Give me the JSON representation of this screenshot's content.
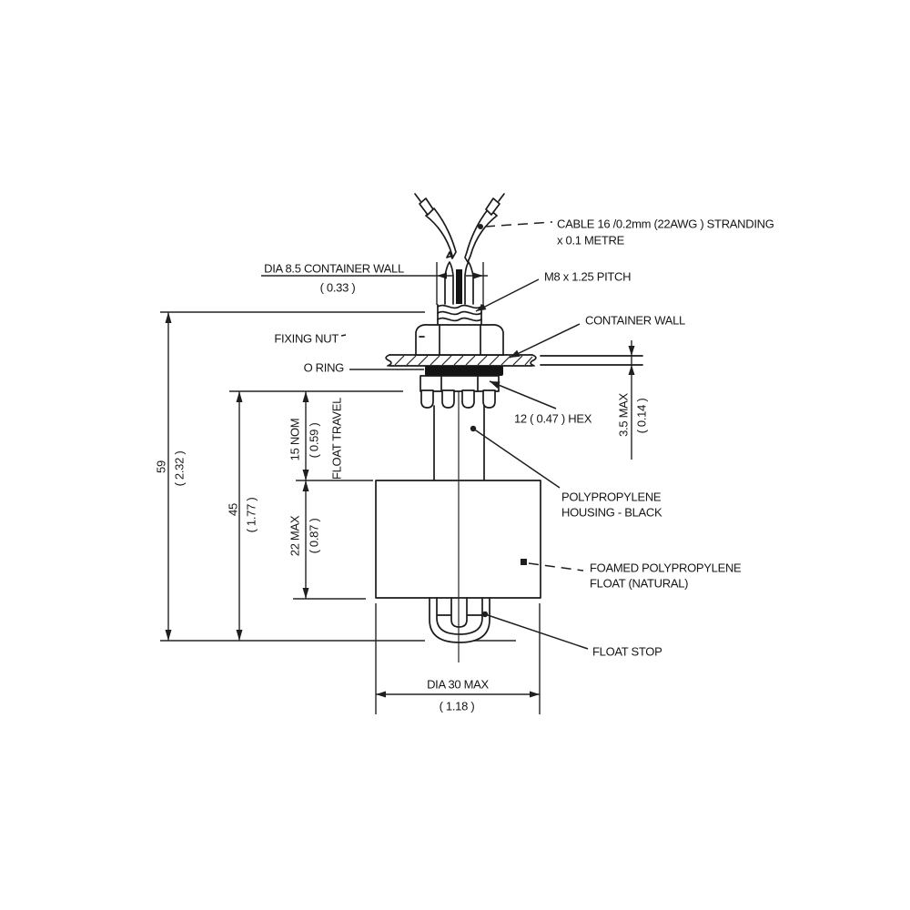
{
  "colors": {
    "background": "#ffffff",
    "line": "#1a1a1a"
  },
  "annotations": {
    "cable": {
      "line1": "CABLE 16 /0.2mm (22AWG ) STRANDING",
      "line2": "x 0.1 METRE"
    },
    "thread": "M8 x 1.25 PITCH",
    "container_wall": "CONTAINER WALL",
    "fixing_nut": "FIXING NUT",
    "o_ring": "O RING",
    "hex": "12 ( 0.47 ) HEX",
    "housing": {
      "line1": "POLYPROPYLENE",
      "line2": "HOUSING - BLACK"
    },
    "float": {
      "line1": "FOAMED POLYPROPYLENE",
      "line2": "FLOAT (NATURAL)"
    },
    "float_stop": "FLOAT STOP"
  },
  "dimensions": {
    "hole_dia": {
      "mm": "DIA 8.5 CONTAINER WALL",
      "in": "( 0.33 )"
    },
    "overall_length": {
      "mm": "59",
      "in": "( 2.32 )"
    },
    "body_length": {
      "mm": "45",
      "in": "( 1.77 )"
    },
    "float_travel": {
      "mm": "15 NOM",
      "in": "( 0.59 )",
      "label": "FLOAT TRAVEL"
    },
    "float_height": {
      "mm": "22 MAX",
      "in": "( 0.87 )"
    },
    "wall_thickness": {
      "mm": "3.5 MAX",
      "in": "( 0.14 )"
    },
    "float_dia": {
      "mm": "DIA 30 MAX",
      "in": "( 1.18 )"
    }
  }
}
